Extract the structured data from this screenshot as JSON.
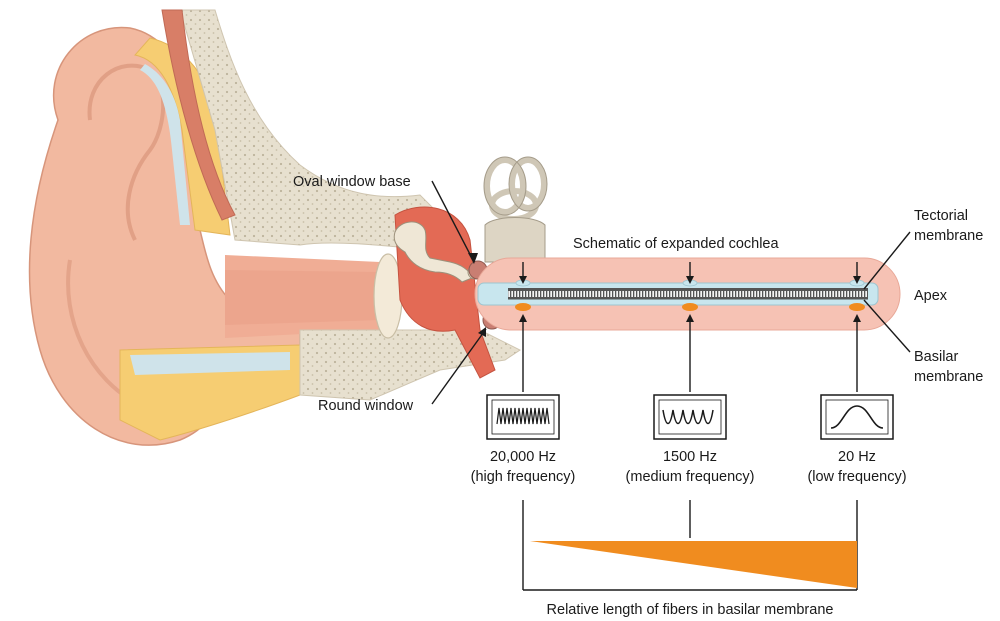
{
  "labels": {
    "oval_window": "Oval window base",
    "round_window": "Round window",
    "schematic_title": "Schematic of expanded cochlea",
    "tectorial_line1": "Tectorial",
    "tectorial_line2": "membrane",
    "apex": "Apex",
    "basilar_line1": "Basilar",
    "basilar_line2": "membrane",
    "bottom_caption": "Relative length of fibers in basilar membrane"
  },
  "frequencies": [
    {
      "value": "20,000 Hz",
      "description": "(high frequency)"
    },
    {
      "value": "1500 Hz",
      "description": "(medium frequency)"
    },
    {
      "value": "20 Hz",
      "description": "(low frequency)"
    }
  ],
  "colors": {
    "skin": "#f2b9a0",
    "skin_shadow": "#e59d82",
    "bone": "#e7e0cf",
    "bone_dots": "#bdb39c",
    "fat": "#f6cd72",
    "fluid": "#cfe3ea",
    "middle_ear": "#e36a55",
    "cochlea_tube": "#f6c2b4",
    "scala": "#c8e6ee",
    "fiber_triangle": "#f08c1f",
    "line": "#1a1a1a"
  }
}
